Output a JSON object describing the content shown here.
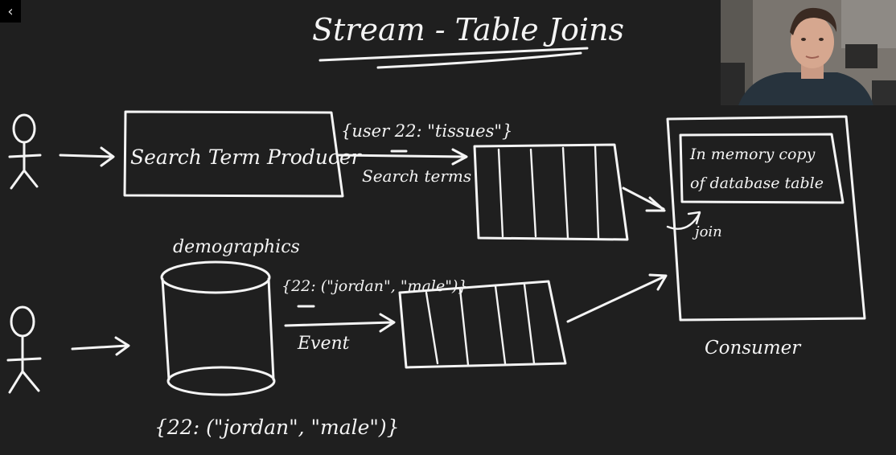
{
  "title": "Stream - Table Joins",
  "producer_box": "Search Term Producer",
  "search_event": "{user 22: \"tissues\"}",
  "search_topic_label": "Search terms",
  "memory_box_line1": "In memory copy",
  "memory_box_line2": "of database table",
  "join_label": "join",
  "demographics_label": "demographics",
  "demo_event": "{22: (\"jordan\", \"male\")}",
  "event_label": "Event",
  "db_record": "{22: (\"jordan\", \"male\")}",
  "consumer_label": "Consumer",
  "back_icon": "chevron-left-icon",
  "colors": {
    "background": "#1f1f1f",
    "ink": "#f4f4f4"
  }
}
